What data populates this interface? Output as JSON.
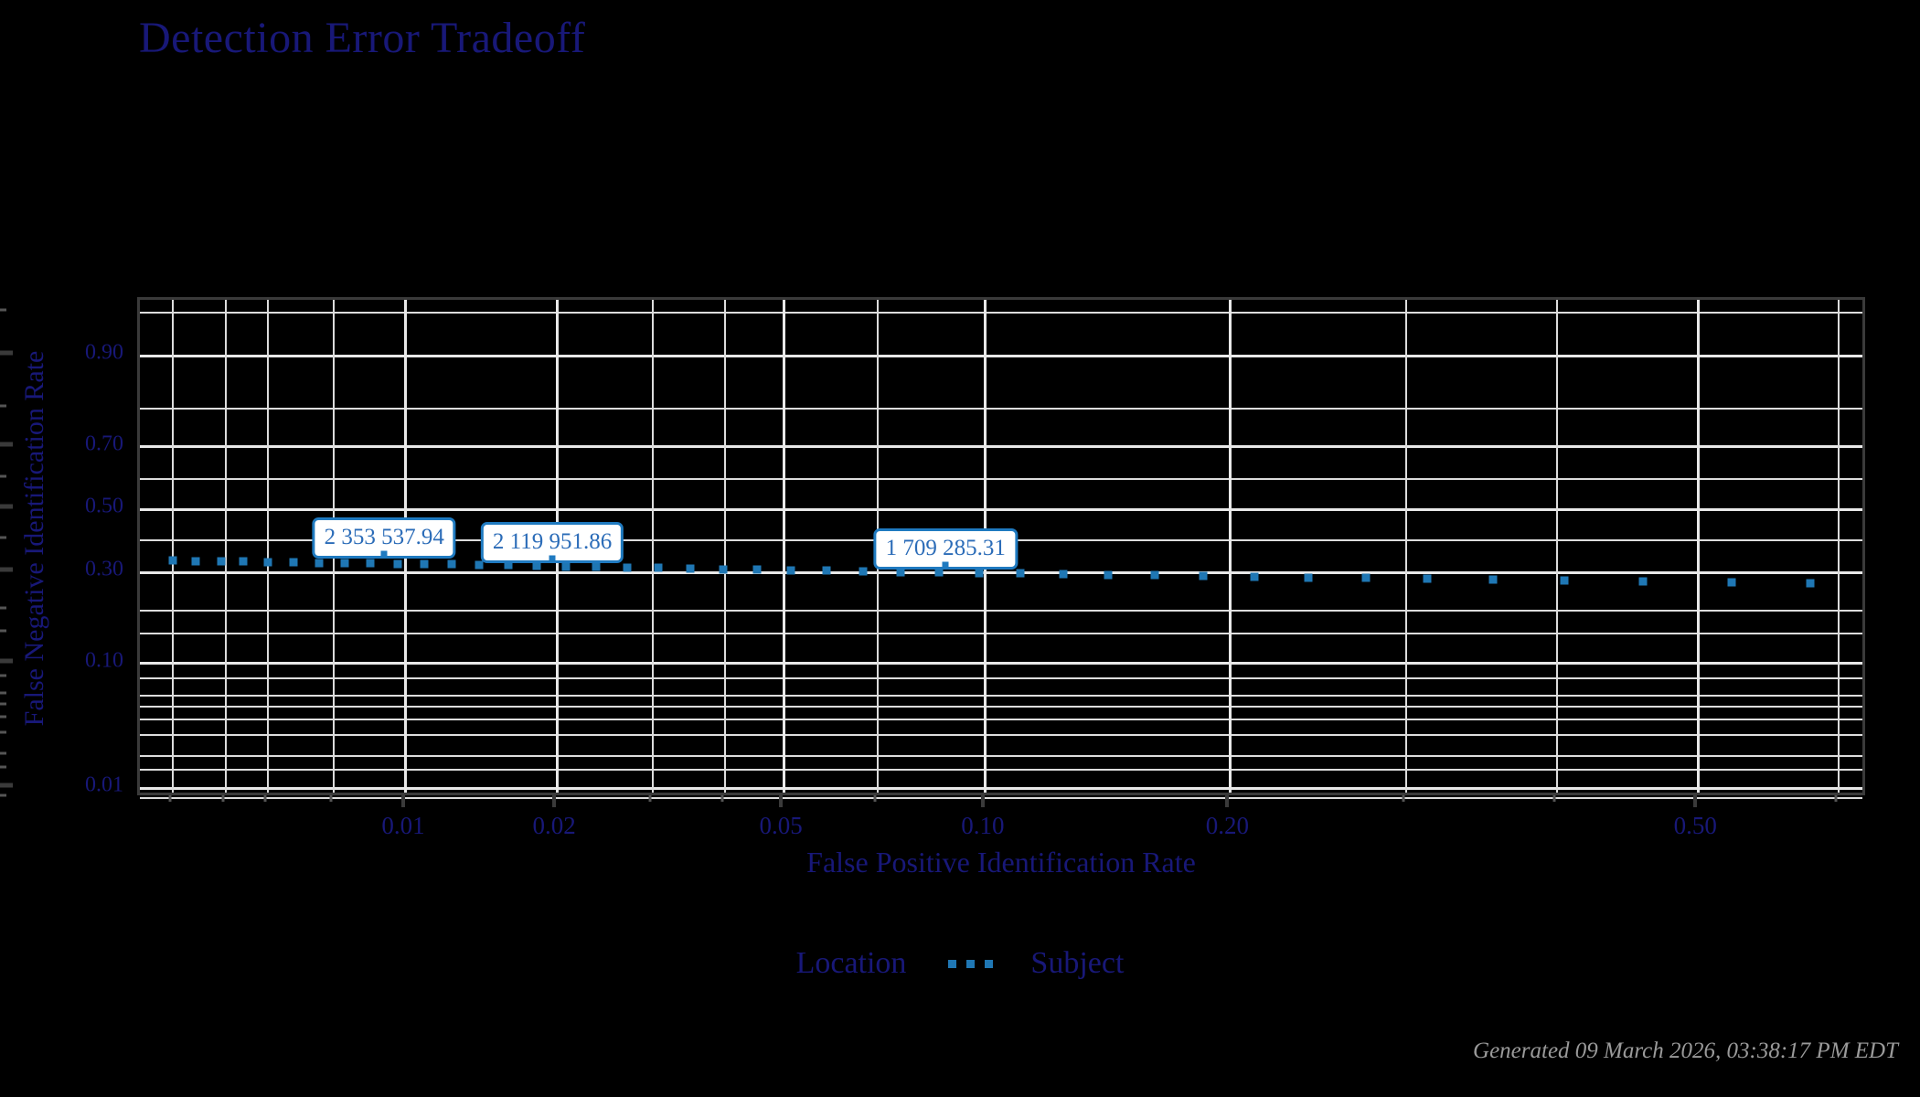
{
  "title": "Detection Error Tradeoff",
  "colors": {
    "background": "#000000",
    "title": "#181878",
    "axis_text": "#181878",
    "grid": "#e8e8e8",
    "series": "#1f77b4",
    "annotation_border": "#1f7ac0",
    "annotation_text": "#2b6cb8",
    "annotation_fill": "#ffffff",
    "footer": "#9a9a9a",
    "panel_border": "#3a3a3a"
  },
  "legend": {
    "title": "Location",
    "entries": [
      {
        "label": "Subject",
        "marker": "dotted-square",
        "color": "#1f77b4"
      }
    ]
  },
  "footer": {
    "caption": "Generated 09 March 2026, 03:38:17 PM EDT"
  },
  "chart_data": {
    "type": "line",
    "title": "Detection Error Tradeoff",
    "xlabel": "False Positive Identification Rate",
    "ylabel": "False Negative Identification Rate",
    "scale": "probit",
    "grid": true,
    "legend_position": "bottom",
    "xlim": [
      0.0025,
      0.62
    ],
    "ylim": [
      0.008,
      0.96
    ],
    "xticks": [
      0.01,
      0.02,
      0.05,
      0.1,
      0.2,
      0.5
    ],
    "xtick_labels": [
      "0.01",
      "0.02",
      "0.05",
      "0.10",
      "0.20",
      "0.50"
    ],
    "xticks_minor": [
      0.003,
      0.004,
      0.005,
      0.007,
      0.03,
      0.04,
      0.07,
      0.3,
      0.4,
      0.6
    ],
    "yticks": [
      0.9,
      0.7,
      0.5,
      0.3,
      0.1,
      0.01
    ],
    "ytick_labels": [
      "0.90",
      "0.70",
      "0.50",
      "0.30",
      "0.10",
      "0.01"
    ],
    "yticks_minor": [
      0.95,
      0.8,
      0.6,
      0.4,
      0.2,
      0.15,
      0.08,
      0.06,
      0.05,
      0.04,
      0.03,
      0.02,
      0.015,
      0.008
    ],
    "series": [
      {
        "name": "Subject",
        "color": "#1f77b4",
        "style": "dotted",
        "marker": "square",
        "x": [
          0.003,
          0.0034,
          0.0039,
          0.0044,
          0.005,
          0.0057,
          0.0065,
          0.0074,
          0.0084,
          0.0096,
          0.0109,
          0.0124,
          0.0141,
          0.0161,
          0.0183,
          0.0208,
          0.0237,
          0.027,
          0.0307,
          0.0349,
          0.0397,
          0.0452,
          0.0514,
          0.0585,
          0.0666,
          0.0757,
          0.0862,
          0.098,
          0.1115,
          0.1269,
          0.1443,
          0.1642,
          0.1868,
          0.2125,
          0.2418,
          0.2751,
          0.3129,
          0.356,
          0.405,
          0.4608,
          0.5242,
          0.58
        ],
        "y": [
          0.335,
          0.334,
          0.333,
          0.332,
          0.331,
          0.33,
          0.329,
          0.328,
          0.327,
          0.326,
          0.325,
          0.324,
          0.322,
          0.321,
          0.32,
          0.318,
          0.317,
          0.315,
          0.313,
          0.312,
          0.31,
          0.308,
          0.306,
          0.305,
          0.303,
          0.302,
          0.3,
          0.299,
          0.297,
          0.296,
          0.294,
          0.292,
          0.29,
          0.288,
          0.286,
          0.284,
          0.282,
          0.28,
          0.278,
          0.275,
          0.272,
          0.269
        ]
      }
    ],
    "annotations": [
      {
        "text": "2 353 537.94",
        "x": 0.009,
        "y": 0.333
      },
      {
        "text": "2 119 951.86",
        "x": 0.0196,
        "y": 0.32
      },
      {
        "text": "1 709 285.31",
        "x": 0.088,
        "y": 0.3
      }
    ]
  }
}
